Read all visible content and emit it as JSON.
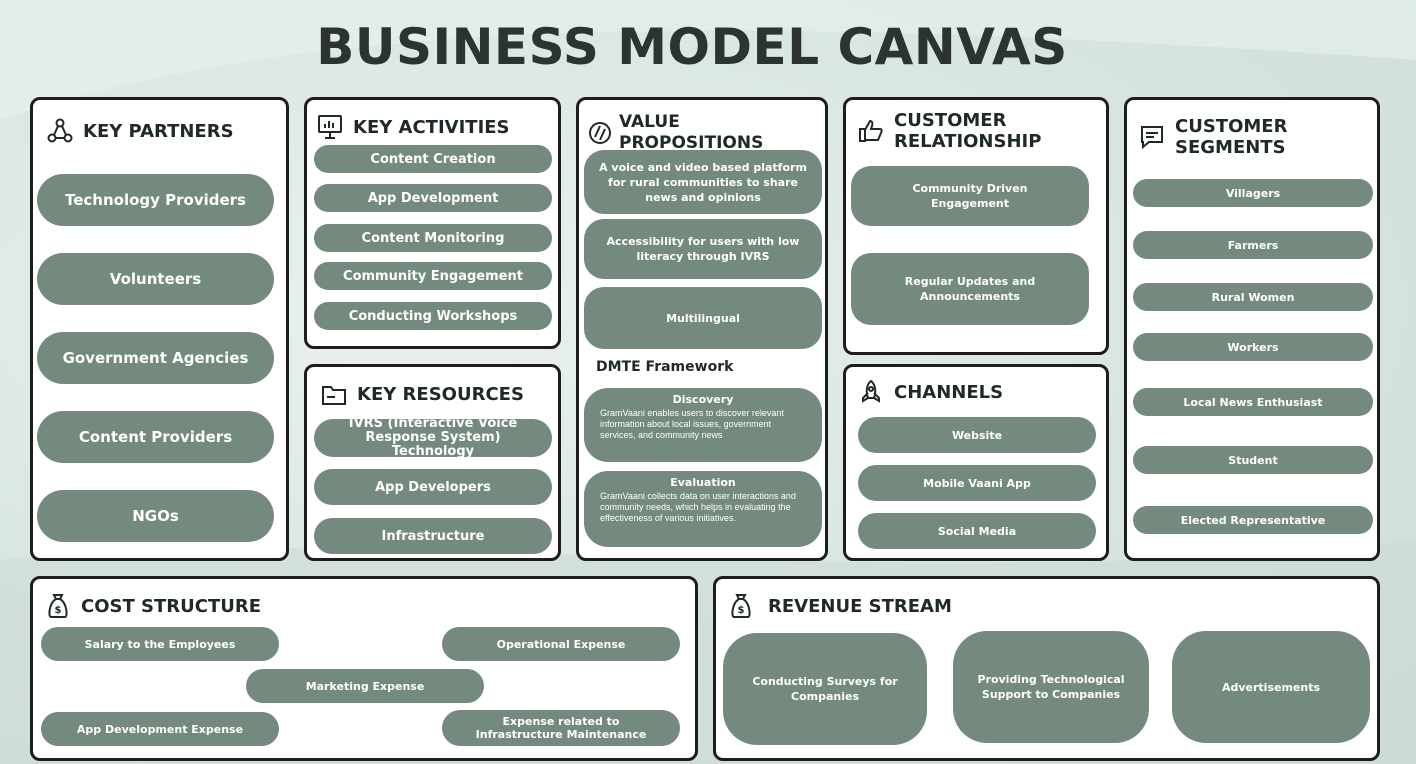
{
  "title": "BUSINESS MODEL CANVAS",
  "colors": {
    "pill": "#748a7e",
    "border": "#1d1d1d",
    "background": "#dbe7e2"
  },
  "key_partners": {
    "heading": "KEY PARTNERS",
    "icon": "network-icon",
    "items": [
      "Technology Providers",
      "Volunteers",
      "Government Agencies",
      "Content Providers",
      "NGOs"
    ]
  },
  "key_activities": {
    "heading": "KEY ACTIVITIES",
    "icon": "chart-board-icon",
    "items": [
      "Content Creation",
      "App Development",
      "Content Monitoring",
      "Community Engagement",
      "Conducting Workshops"
    ]
  },
  "key_resources": {
    "heading": "KEY RESOURCES",
    "icon": "folder-icon",
    "items": [
      "IVRS (Interactive Voice Response System) Technology",
      "App Developers",
      "Infrastructure"
    ]
  },
  "value_propositions": {
    "heading": "VALUE PROPOSITIONS",
    "icon": "value-icon",
    "items": [
      "A voice and video based platform  for rural communities to share news and opinions",
      "Accessibility for users with low literacy through IVRS",
      "Multilingual"
    ],
    "framework_title": "DMTE Framework",
    "framework": [
      {
        "title": "Discovery",
        "desc": "GramVaani enables users to discover relevant information about local issues, government services, and community news"
      },
      {
        "title": "Evaluation",
        "desc": "GramVaani collects data on user interactions and community needs, which helps in evaluating the effectiveness of  various initiatives."
      }
    ]
  },
  "customer_relationship": {
    "heading": "CUSTOMER RELATIONSHIP",
    "icon": "thumbs-up-icon",
    "items": [
      "Community Driven Engagement",
      "Regular Updates and Announcements"
    ]
  },
  "channels": {
    "heading": "CHANNELS",
    "icon": "rocket-icon",
    "items": [
      "Website",
      "Mobile Vaani App",
      "Social Media"
    ]
  },
  "customer_segments": {
    "heading": "CUSTOMER SEGMENTS",
    "icon": "chat-icon",
    "items": [
      "Villagers",
      "Farmers",
      "Rural Women",
      "Workers",
      "Local News Enthusiast",
      "Student",
      "Elected Representative"
    ]
  },
  "cost_structure": {
    "heading": "COST STRUCTURE",
    "icon": "money-bag-icon",
    "items": [
      "Salary to the Employees",
      "Operational Expense",
      "Marketing Expense",
      "App Development Expense",
      "Expense related to Infrastructure Maintenance"
    ]
  },
  "revenue_stream": {
    "heading": "REVENUE STREAM",
    "icon": "money-bag-icon",
    "items": [
      "Conducting Surveys for Companies",
      "Providing Technological Support to Companies",
      "Advertisements"
    ]
  }
}
